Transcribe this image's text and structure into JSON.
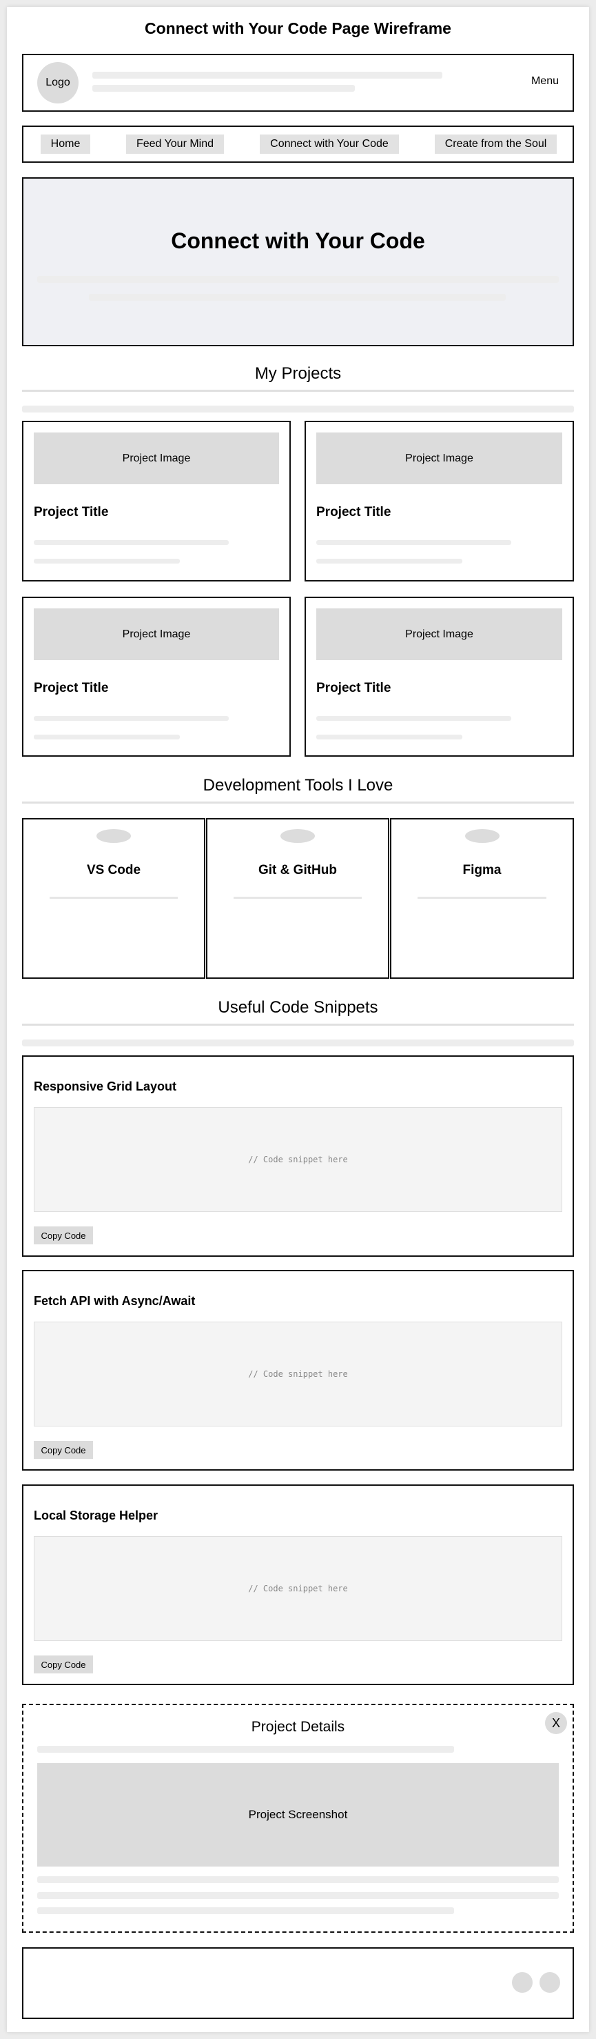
{
  "page": {
    "title": "Connect with Your Code Page Wireframe"
  },
  "header": {
    "logo_label": "Logo",
    "menu_label": "Menu"
  },
  "nav": {
    "items": [
      {
        "label": "Home"
      },
      {
        "label": "Feed Your Mind"
      },
      {
        "label": "Connect with Your Code"
      },
      {
        "label": "Create from the Soul"
      }
    ]
  },
  "hero": {
    "title": "Connect with Your Code"
  },
  "projects": {
    "heading": "My Projects",
    "cards": [
      {
        "image_label": "Project Image",
        "title": "Project Title"
      },
      {
        "image_label": "Project Image",
        "title": "Project Title"
      },
      {
        "image_label": "Project Image",
        "title": "Project Title"
      },
      {
        "image_label": "Project Image",
        "title": "Project Title"
      }
    ]
  },
  "tools": {
    "heading": "Development Tools I Love",
    "items": [
      {
        "name": "VS Code"
      },
      {
        "name": "Git & GitHub"
      },
      {
        "name": "Figma"
      }
    ]
  },
  "snippets": {
    "heading": "Useful Code Snippets",
    "items": [
      {
        "title": "Responsive Grid Layout",
        "code": "// Code snippet here",
        "button": "Copy Code"
      },
      {
        "title": "Fetch API with Async/Await",
        "code": "// Code snippet here",
        "button": "Copy Code"
      },
      {
        "title": "Local Storage Helper",
        "code": "// Code snippet here",
        "button": "Copy Code"
      }
    ]
  },
  "modal": {
    "title": "Project Details",
    "close_label": "X",
    "screenshot_label": "Project Screenshot"
  },
  "colors": {
    "border": "#111111",
    "placeholder": "#dcdcdc",
    "hero_background": "#eff0f4",
    "page_background": "#ececec"
  }
}
